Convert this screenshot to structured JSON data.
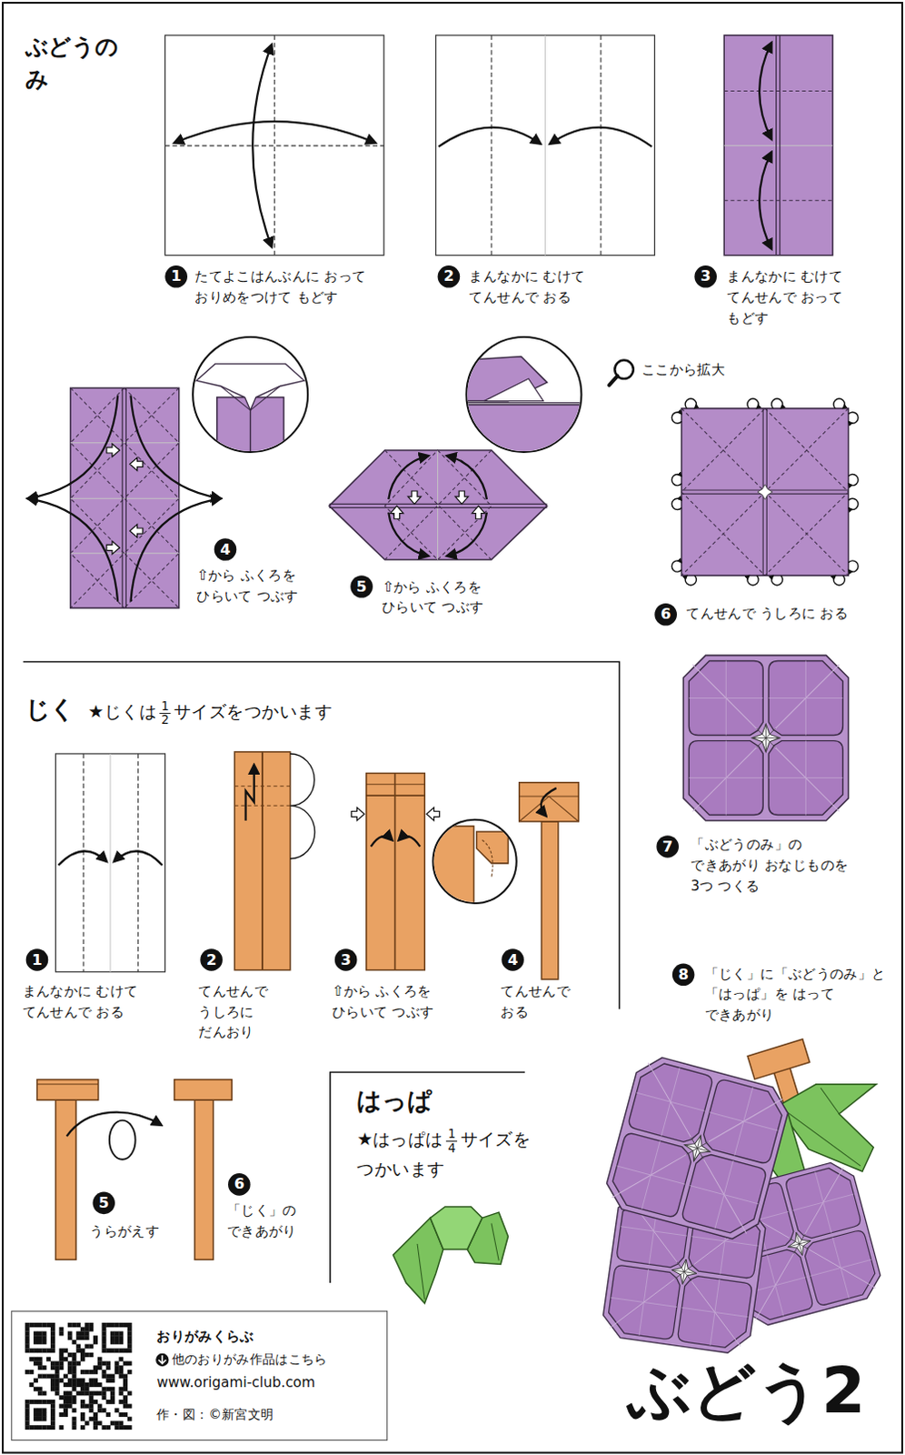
{
  "diagram": {
    "title": "ぶどう2",
    "nodes": [
      {
        "text": [
          "おりがみくらぶ",
          "他のおりがみ作品はこちら",
          "www.origami-club.com",
          "作・図：©新宮文明"
        ]
      }
    ],
    "labels": [
      "ぶどうの み",
      "1",
      "たてよこはんぶんに おって おりめをつけて もどす",
      "2",
      "まんなかに むけて てんせんで おる",
      "3",
      "まんなかに むけて てんせんで おって もどす",
      "4",
      "⇧から ふくろを ひらいて つぶす",
      "5",
      "⇧から ふくろを ひらいて つぶす",
      "ここから拡大",
      "6",
      "てんせんで うしろに おる",
      "7",
      "「ぶどうのみ」の できあがり おなじものを 3つ つくる",
      "じく",
      "★じくは",
      "1",
      "2",
      "サイズをつかいます",
      "1",
      "まんなかに むけて てんせんで おる",
      "2",
      "てんせんで うしろに だんおり",
      "3",
      "⇧から ふくろを ひらいて つぶす",
      "4",
      "てんせんで おる",
      "8",
      "「じく」に「ぶどうのみ」と 「はっぱ」を はって できあがり",
      "5",
      "うらがえす",
      "6",
      "「じく」の できあがり",
      "はっぱ",
      "★はっぱは",
      "1",
      "4",
      "サイズを つかいます"
    ]
  }
}
